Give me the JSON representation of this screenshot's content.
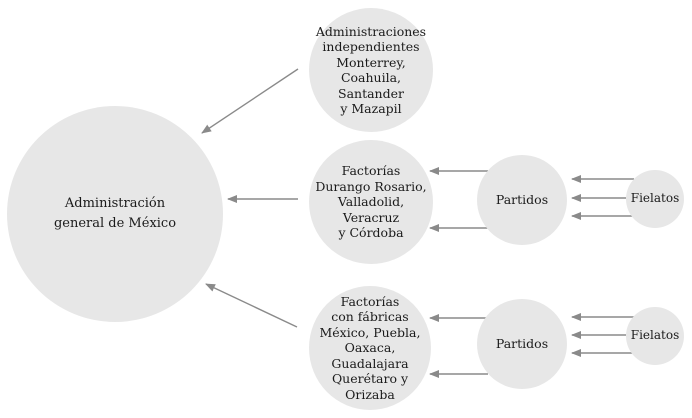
{
  "nodes": {
    "general": "Administración\ngeneral de México",
    "administraciones": "Administraciones\nindependientes\nMonterrey,\nCoahuila, Santander\ny Mazapil",
    "factorias_1": "Factorías\nDurango Rosario,\nValladolid, Veracruz\ny Córdoba",
    "factorias_2": "Factorías\ncon fábricas\nMéxico, Puebla,\nOaxaca,\nGuadalajara\nQuerétaro y\nOrizaba",
    "partidos_1": "Partidos",
    "partidos_2": "Partidos",
    "fielatos_1": "Fielatos",
    "fielatos_2": "Fielatos"
  },
  "colors": {
    "node_fill": "#e7e7e7",
    "arrow": "#8a8a8a",
    "text": "#1a1a1a"
  }
}
